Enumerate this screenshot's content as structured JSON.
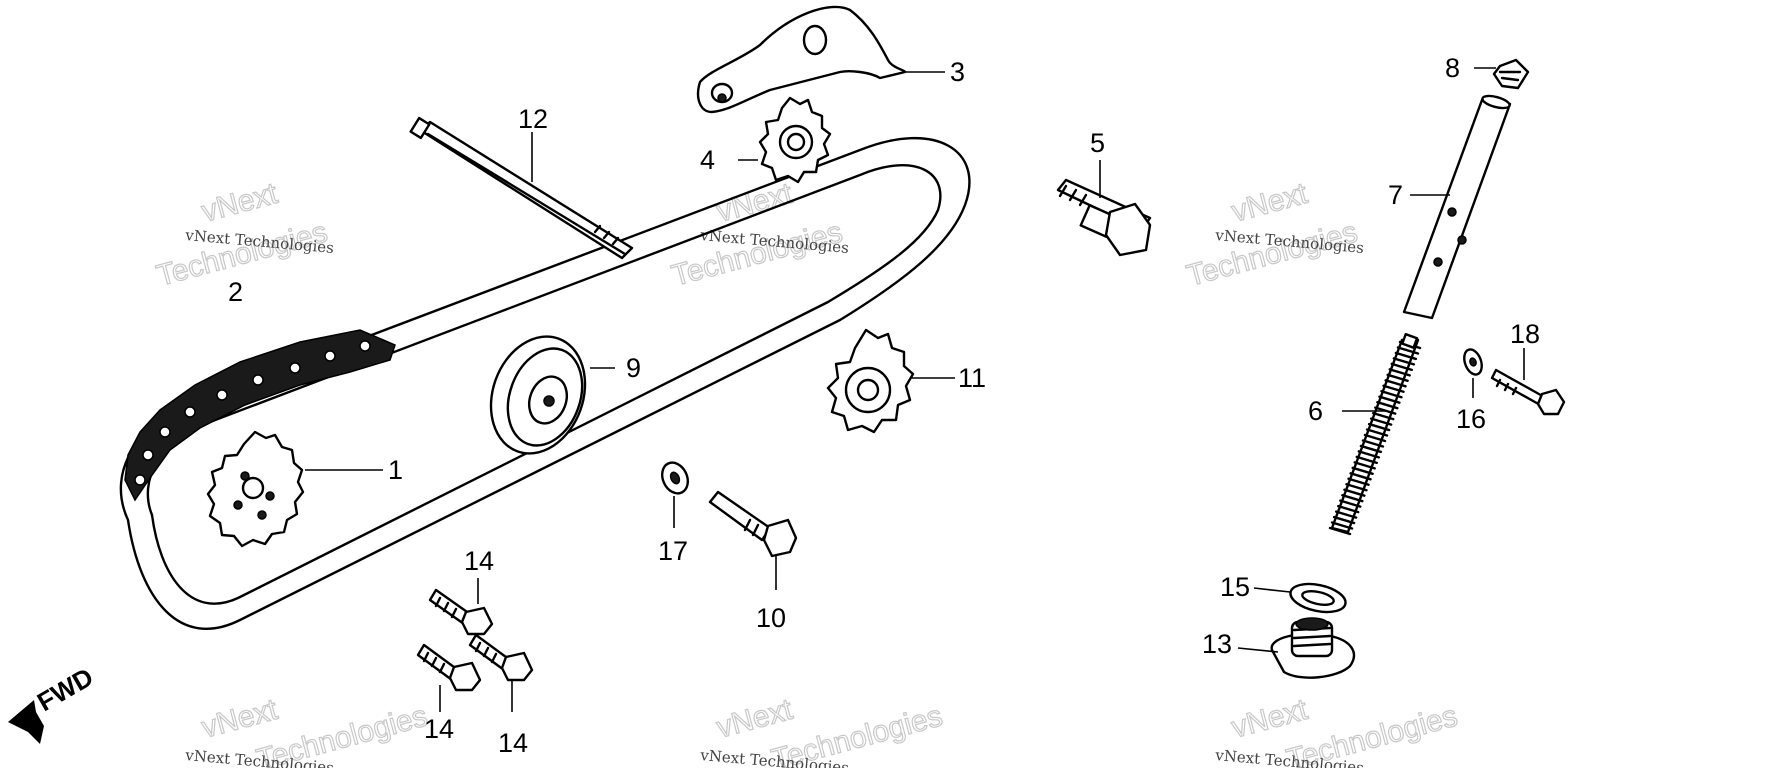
{
  "diagram": {
    "callouts": [
      {
        "id": "1",
        "text": "1"
      },
      {
        "id": "2",
        "text": "2"
      },
      {
        "id": "3",
        "text": "3"
      },
      {
        "id": "4",
        "text": "4"
      },
      {
        "id": "5",
        "text": "5"
      },
      {
        "id": "6",
        "text": "6"
      },
      {
        "id": "7",
        "text": "7"
      },
      {
        "id": "8",
        "text": "8"
      },
      {
        "id": "9",
        "text": "9"
      },
      {
        "id": "10",
        "text": "10"
      },
      {
        "id": "11",
        "text": "11"
      },
      {
        "id": "12",
        "text": "12"
      },
      {
        "id": "13",
        "text": "13"
      },
      {
        "id": "14a",
        "text": "14"
      },
      {
        "id": "14b",
        "text": "14"
      },
      {
        "id": "14c",
        "text": "14"
      },
      {
        "id": "15",
        "text": "15"
      },
      {
        "id": "16",
        "text": "16"
      },
      {
        "id": "17",
        "text": "17"
      },
      {
        "id": "18",
        "text": "18"
      }
    ],
    "direction_label": "FWD",
    "watermark": {
      "line1": "vNext Technologies",
      "line2": "vNext",
      "line3": "Technologies"
    }
  }
}
